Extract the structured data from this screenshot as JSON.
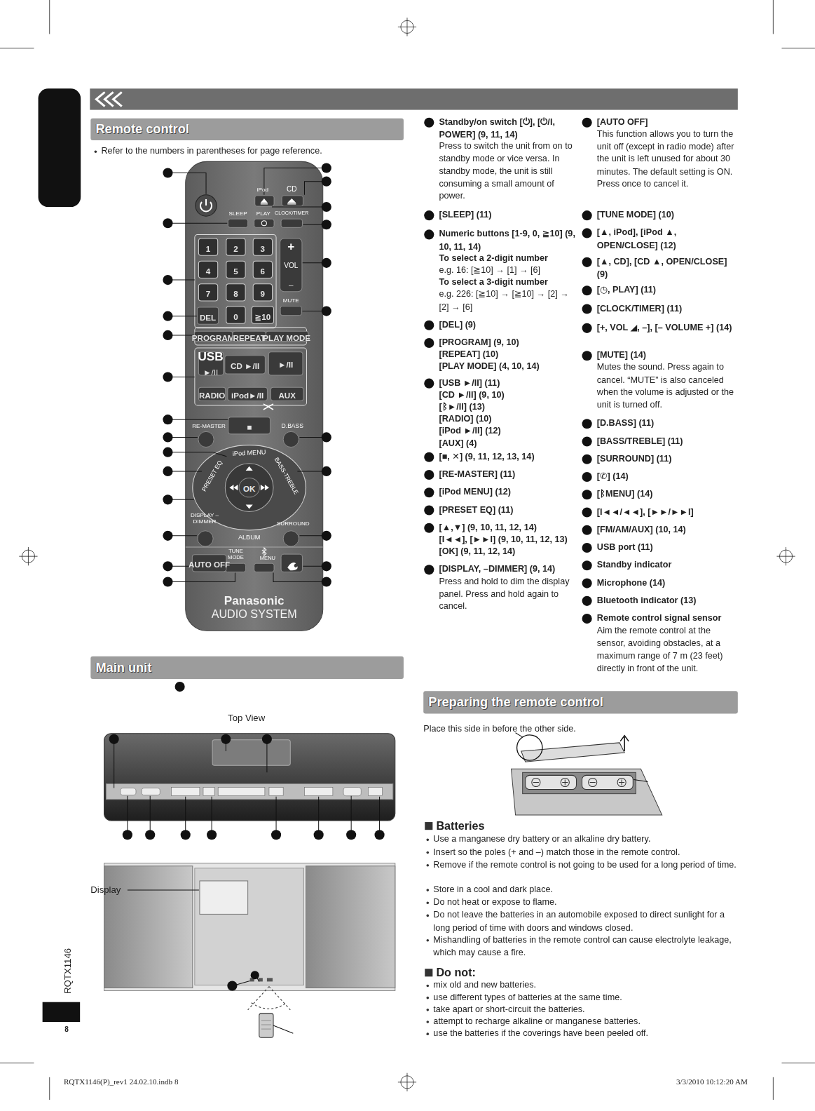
{
  "diagram": {
    "nodes": [
      {
        "text": [
          "Remote control"
        ]
      },
      {
        "text": [
          "Panasonic",
          "AUDIO SYSTEM"
        ]
      },
      {
        "text": [
          "1"
        ],
        "in": 1
      },
      {
        "text": [
          "2"
        ],
        "in": 1
      },
      {
        "text": [
          "3"
        ],
        "in": 1
      },
      {
        "text": [
          "4"
        ],
        "in": 1
      },
      {
        "text": [
          "5"
        ],
        "in": 1
      },
      {
        "text": [
          "6"
        ],
        "in": 1
      },
      {
        "text": [
          "7"
        ],
        "in": 1
      },
      {
        "text": [
          "8"
        ],
        "in": 1
      },
      {
        "text": [
          "9"
        ],
        "in": 1
      },
      {
        "text": [
          "DEL"
        ],
        "in": 1
      },
      {
        "text": [
          "0"
        ],
        "in": 1
      },
      {
        "text": [
          "≧10"
        ],
        "in": 1
      },
      {
        "text": [
          "+",
          "VOL",
          "–"
        ],
        "in": 1
      },
      {
        "text": [
          "PROGRAM"
        ],
        "in": 1
      },
      {
        "text": [
          "REPEAT"
        ],
        "in": 1
      },
      {
        "text": [
          "PLAY MODE"
        ],
        "in": 1
      },
      {
        "text": [
          "USB",
          "►/II"
        ],
        "in": 1
      },
      {
        "text": [
          "CD ►/II"
        ],
        "in": 1
      },
      {
        "text": [
          "►/II"
        ],
        "in": 1
      },
      {
        "text": [
          "RADIO"
        ],
        "in": 1
      },
      {
        "text": [
          "iPod►/II"
        ],
        "in": 1
      },
      {
        "text": [
          "AUX"
        ],
        "in": 1
      },
      {
        "text": [
          "■"
        ],
        "in": 1
      },
      {
        "text": [
          "OK"
        ],
        "in": 1
      },
      {
        "text": [
          "AUTO OFF"
        ],
        "in": 1
      },
      {
        "text": [
          "Main unit"
        ]
      },
      {
        "text": [
          "Preparing the remote control"
        ]
      }
    ],
    "labels": [
      "Refer to the numbers in parentheses for page reference.",
      "iPod",
      "CD",
      "SLEEP",
      "PLAY",
      "CLOCK/TIMER",
      "MUTE",
      "RE-MASTER",
      "D.BASS",
      "iPod MENU",
      "PRESET EQ",
      "BASS-TREBLE",
      "DISPLAY –DIMMER",
      "SURROUND",
      "ALBUM",
      "TUNE MODE",
      "MENU",
      "Top View",
      "Display",
      "RQTX1146",
      "8",
      "RQTX1146(P)_rev1 24.02.10.indb 8",
      "3/3/2010 10:12:20 AM",
      "Standby/on switch [⏻], [⏻/I, POWER] (9, 11, 14)",
      "Press to switch the unit from on to standby mode or vice versa. In standby mode, the unit is still consuming a small amount of power.",
      "[SLEEP] (11)",
      "Numeric buttons [1-9, 0, ≧10] (9, 10, 11, 14)",
      "To select a 2-digit number",
      "e.g. 16: [≧10] → [1] → [6]",
      "To select a 3-digit number",
      "e.g. 226: [≧10] → [≧10] → [2] → [2] → [6]",
      "[DEL] (9)",
      "[PROGRAM] (9, 10)",
      "[REPEAT] (10)",
      "[PLAY MODE] (4, 10, 14)",
      "[USB ►/II] (11)",
      "[CD ►/II] (9, 10)",
      "[ᛒ►/II] (13)",
      "[RADIO] (10)",
      "[iPod ►/II] (12)",
      "[AUX] (4)",
      "[■, ✕] (9, 11, 12, 13, 14)",
      "[RE-MASTER] (11)",
      "[iPod MENU] (12)",
      "[PRESET EQ] (11)",
      "[▲,▼] (9, 10, 11, 12, 14)",
      "[I◄◄], [►►I] (9, 10, 11, 12, 13)",
      "[OK] (9, 11, 12, 14)",
      "[DISPLAY, –DIMMER] (9, 14)",
      "Press and hold to dim the display panel. Press and hold again to cancel.",
      "[AUTO OFF]",
      "This function allows you to turn the unit off (except in radio mode) after the unit is left unused for about 30 minutes. The default setting is ON. Press once to cancel it.",
      "[TUNE MODE] (10)",
      "[▲, iPod], [iPod ▲, OPEN/CLOSE] (12)",
      "[▲, CD], [CD ▲, OPEN/CLOSE] (9)",
      "[◷, PLAY] (11)",
      "[CLOCK/TIMER] (11)",
      "[+, VOL ◢, –], [– VOLUME +] (14)",
      "[MUTE] (14)",
      "Mutes the sound. Press again to cancel. “MUTE” is also canceled when the volume is adjusted or the unit is turned off.",
      "[D.BASS] (11)",
      "[BASS/TREBLE] (11)",
      "[SURROUND] (11)",
      "[✆] (14)",
      "[ᛒMENU] (14)",
      "[I◄◄/◄◄], [►►/►►I]",
      "[FM/AM/AUX] (10, 14)",
      "USB port (11)",
      "Standby indicator",
      "Microphone (14)",
      "Bluetooth indicator (13)",
      "Remote control signal sensor",
      "Aim the remote control at the sensor, avoiding obstacles, at a maximum range of 7 m (23 feet) directly in front of the unit.",
      "Place this side in before the other side.",
      "Batteries",
      "Use a manganese dry battery or an alkaline dry battery.",
      "Insert so the poles (+ and –) match those in the remote control.",
      "Remove if the remote control is not going to be used for a long period of time.",
      "Store in a cool and dark place.",
      "Do not heat or expose to flame.",
      "Do not leave the batteries in an automobile exposed to direct sunlight for a long period of time with doors and windows closed.",
      "Mishandling of batteries in the remote control can cause electrolyte leakage, which may cause a fire.",
      "Do not:",
      "mix old and new batteries.",
      "use different types of batteries at the same time.",
      "take apart or short-circuit the batteries.",
      "attempt to recharge alkaline or manganese batteries.",
      "use the batteries if the coverings have been peeled off."
    ]
  }
}
